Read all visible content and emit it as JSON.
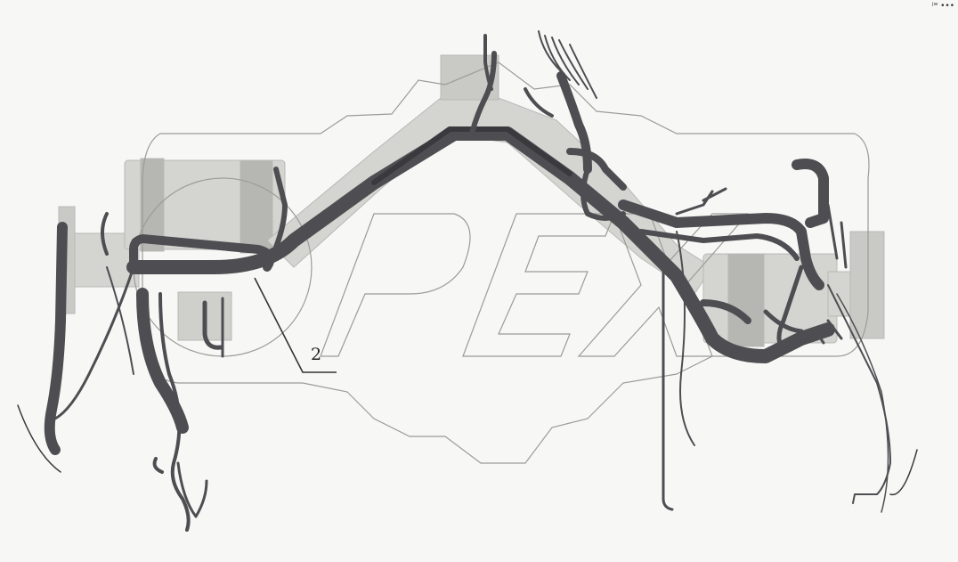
{
  "diagram": {
    "callouts": [
      {
        "label": "2"
      }
    ],
    "watermark": {
      "text": "OPEX"
    },
    "corner_mark": "ʲʷ •••"
  },
  "colors": {
    "background": "#f7f8f6",
    "harness": "#4e4e52",
    "harness_dark": "#3a3a3e",
    "part_fill": "#d4d5d1",
    "part_mid": "#b6b7b3",
    "watermark_line": "#9a9c98",
    "leader_line": "#333333"
  }
}
